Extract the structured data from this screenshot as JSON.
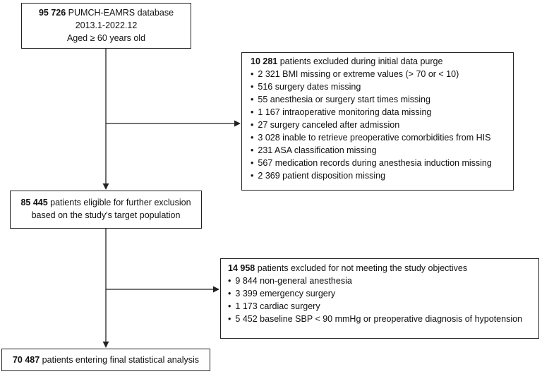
{
  "box1": {
    "count": "95 726",
    "label": " PUMCH-EAMRS database",
    "line2": "2013.1-2022.12",
    "line3": "Aged ≥ 60 years old"
  },
  "box2": {
    "count": "10 281",
    "label": " patients excluded during initial data purge",
    "items": [
      "2 321 BMI missing or extreme values (> 70 or < 10)",
      "516 surgery dates missing",
      "55 anesthesia or surgery start times missing",
      "1 167 intraoperative monitoring data missing",
      "27 surgery canceled after admission",
      "3 028 inable to retrieve preoperative comorbidities from HIS",
      "231 ASA classification missing",
      "567 medication records during anesthesia induction missing",
      "2 369 patient disposition missing"
    ]
  },
  "box3": {
    "count": "85 445",
    "label": " patients eligible for further exclusion",
    "line2": "based on the study's target population"
  },
  "box4": {
    "count": "14 958",
    "label": " patients excluded for not meeting the study objectives",
    "items": [
      "9 844 non-general anesthesia",
      "3 399 emergency surgery",
      "1 173 cardiac surgery",
      "5 452 baseline SBP < 90 mmHg or preoperative diagnosis of hypotension"
    ]
  },
  "box5": {
    "count": "70 487",
    "label": " patients entering final statistical analysis"
  }
}
